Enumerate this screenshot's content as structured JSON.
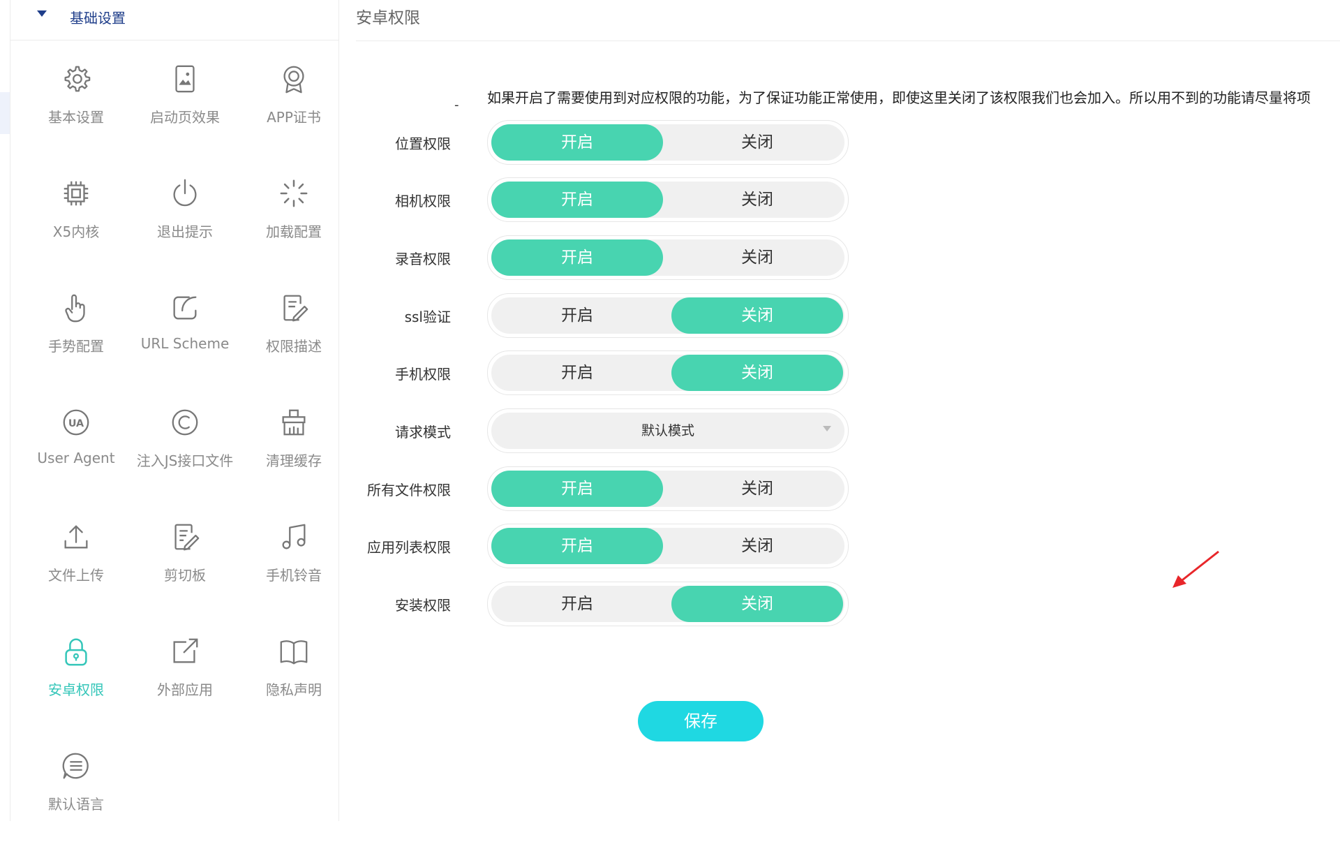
{
  "sidebar": {
    "title": "基础设置",
    "items": [
      {
        "label": "基本设置",
        "icon": "gear-icon"
      },
      {
        "label": "启动页效果",
        "icon": "phone-image-icon"
      },
      {
        "label": "APP证书",
        "icon": "certificate-icon"
      },
      {
        "label": "X5内核",
        "icon": "chip-icon"
      },
      {
        "label": "退出提示",
        "icon": "power-icon"
      },
      {
        "label": "加载配置",
        "icon": "loading-icon"
      },
      {
        "label": "手势配置",
        "icon": "hand-icon"
      },
      {
        "label": "URL Scheme",
        "icon": "link-icon"
      },
      {
        "label": "权限描述",
        "icon": "edit-doc-icon"
      },
      {
        "label": "User Agent",
        "icon": "ua-icon"
      },
      {
        "label": "注入JS接口文件",
        "icon": "copyright-icon"
      },
      {
        "label": "清理缓存",
        "icon": "broom-icon"
      },
      {
        "label": "文件上传",
        "icon": "upload-icon"
      },
      {
        "label": "剪切板",
        "icon": "clipboard-icon"
      },
      {
        "label": "手机铃音",
        "icon": "music-icon"
      },
      {
        "label": "安卓权限",
        "icon": "lock-icon"
      },
      {
        "label": "外部应用",
        "icon": "external-link-icon"
      },
      {
        "label": "隐私声明",
        "icon": "book-icon"
      },
      {
        "label": "默认语言",
        "icon": "chat-icon"
      }
    ]
  },
  "main": {
    "title": "安卓权限",
    "notice_dash": "-",
    "notice": "如果开启了需要使用到对应权限的功能，为了保证功能正常使用，即使这里关闭了该权限我们也会加入。所以用不到的功能请尽量将项",
    "on_label": "开启",
    "off_label": "关闭",
    "rows": [
      {
        "label": "位置权限",
        "value": "on"
      },
      {
        "label": "相机权限",
        "value": "on"
      },
      {
        "label": "录音权限",
        "value": "on"
      },
      {
        "label": "ssl验证",
        "value": "off"
      },
      {
        "label": "手机权限",
        "value": "off"
      },
      {
        "label": "请求模式",
        "select": "默认模式"
      },
      {
        "label": "所有文件权限",
        "value": "on"
      },
      {
        "label": "应用列表权限",
        "value": "on"
      },
      {
        "label": "安装权限",
        "value": "off"
      }
    ],
    "save_label": "保存"
  },
  "colors": {
    "accent": "#48d4b0",
    "save_button": "#1fd8e2",
    "active_nav": "#34c6b9",
    "header_text": "#1f3e8a",
    "annotation_arrow": "#e8262a"
  }
}
